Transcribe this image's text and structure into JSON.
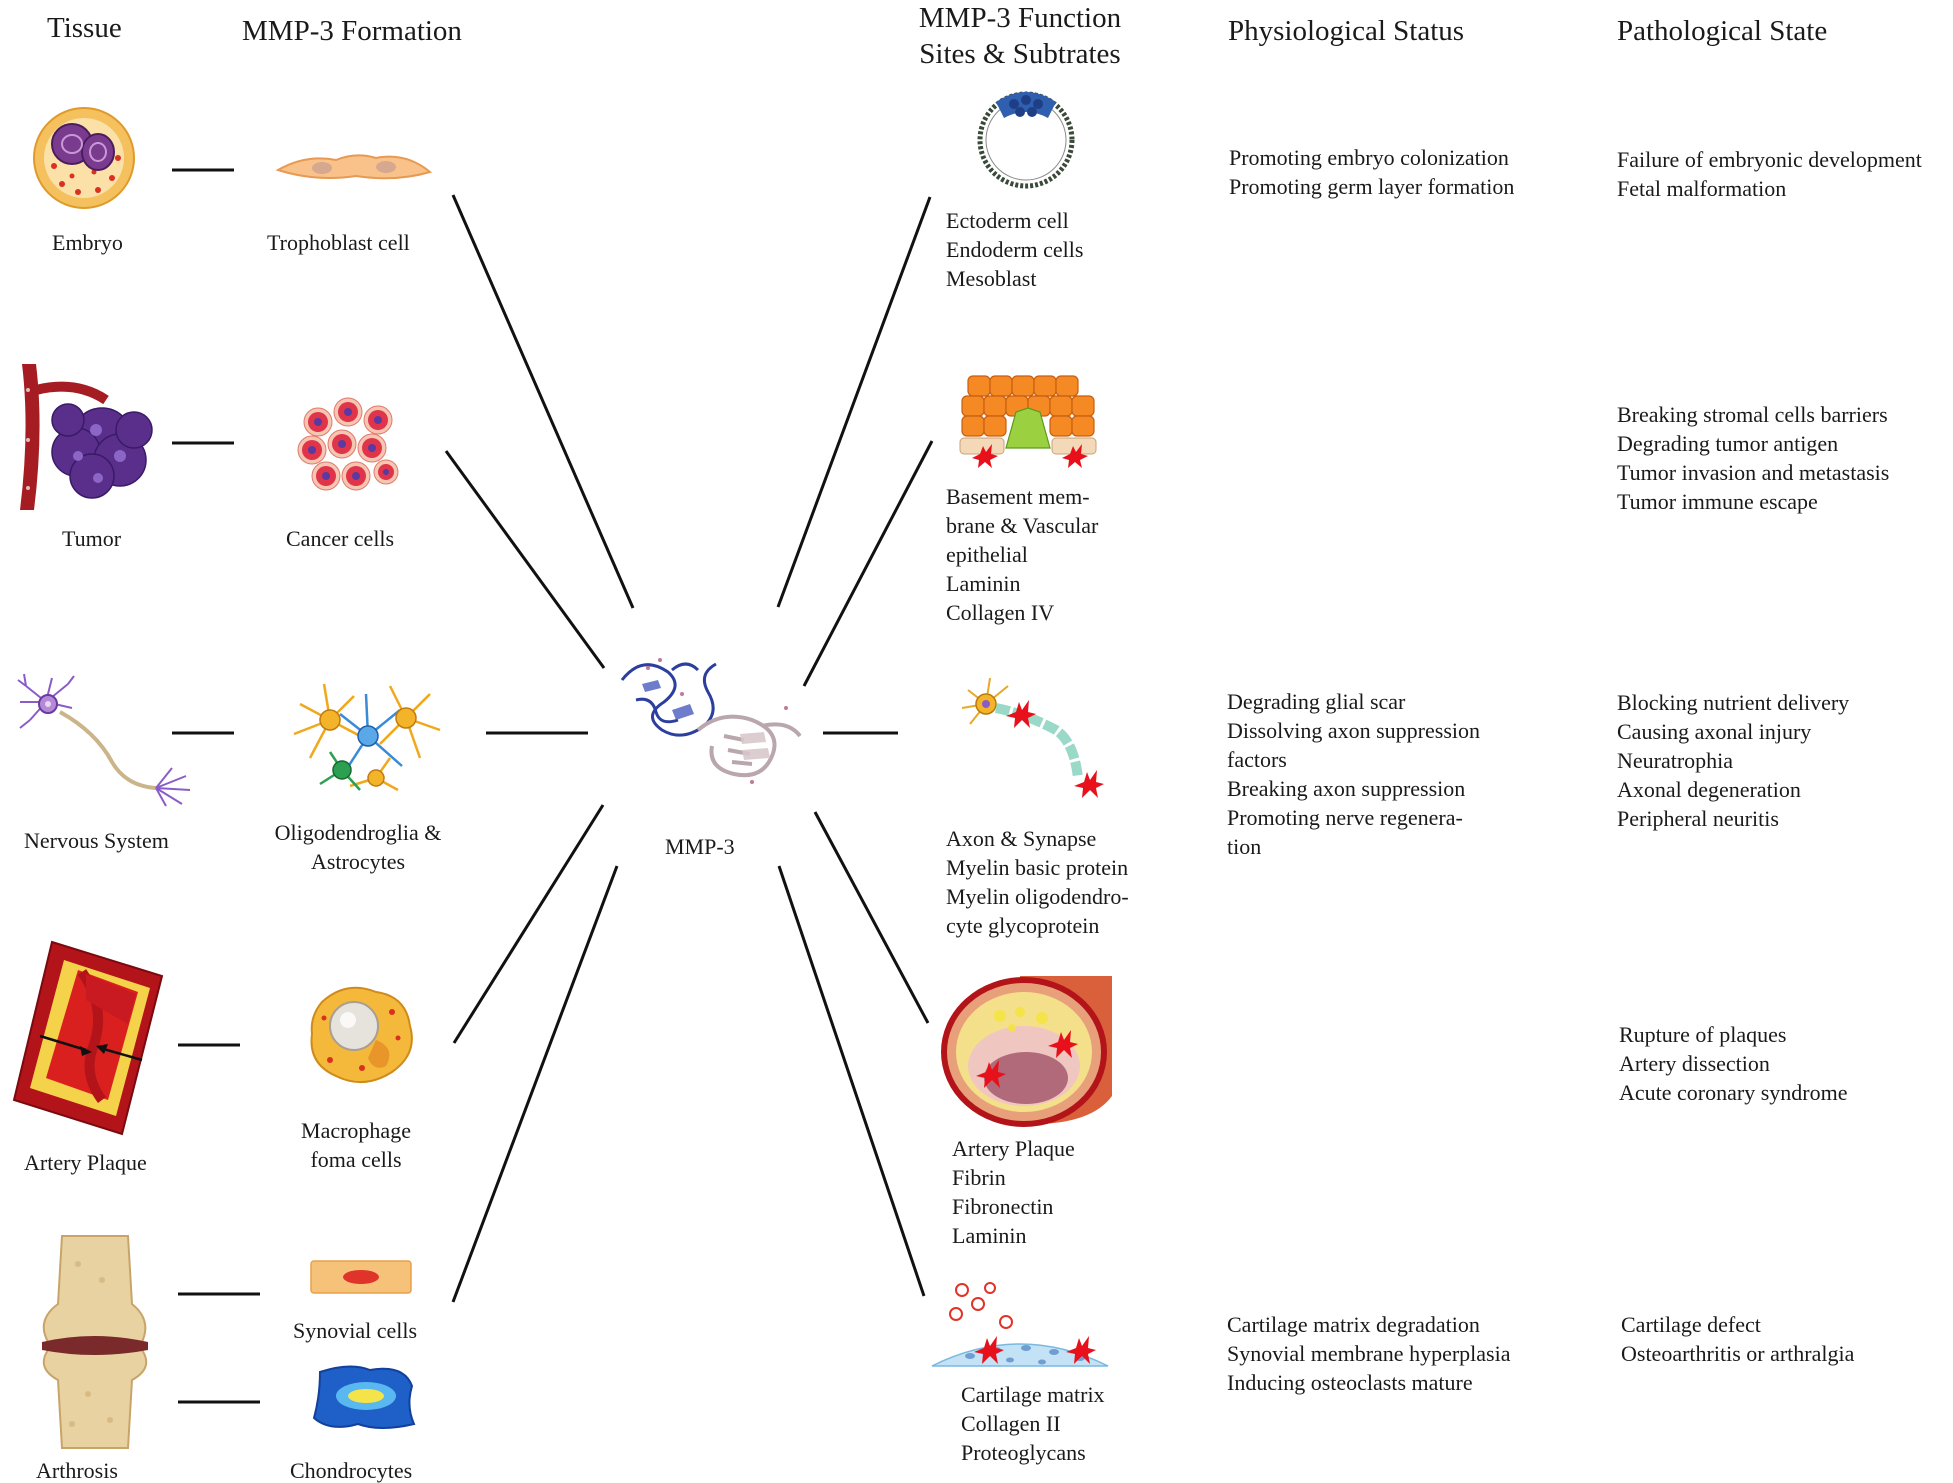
{
  "headers": {
    "tissue": "Tissue",
    "formation": "MMP-3 Formation",
    "function": [
      "MMP-3 Function",
      "Sites & Subtrates"
    ],
    "physiological": "Physiological Status",
    "pathological": "Pathological State"
  },
  "center_label": "MMP-3",
  "rows": [
    {
      "tissue": "Embryo",
      "cells": [
        "Trophoblast cell"
      ],
      "sites": [
        "Ectoderm cell",
        "Endoderm cells",
        "Mesoblast"
      ],
      "physiological": [
        "Promoting embryo colonization",
        "Promoting germ layer formation"
      ],
      "pathological": [
        "Failure of embryonic development",
        "Fetal malformation"
      ]
    },
    {
      "tissue": "Tumor",
      "cells": [
        "Cancer cells"
      ],
      "sites": [
        "Basement mem-",
        "brane & Vascular",
        "epithelial",
        "Laminin",
        "Collagen IV"
      ],
      "physiological": [],
      "pathological": [
        "Breaking stromal cells barriers",
        "Degrading tumor antigen",
        "Tumor invasion and metastasis",
        "Tumor immune escape"
      ]
    },
    {
      "tissue": "Nervous System",
      "cells": [
        "Oligodendroglia &",
        "Astrocytes"
      ],
      "sites": [
        "Axon & Synapse",
        "Myelin basic protein",
        "Myelin oligodendro-",
        "cyte glycoprotein"
      ],
      "physiological": [
        "Degrading glial scar",
        "Dissolving axon suppression",
        "factors",
        "Breaking axon suppression",
        "Promoting nerve regenera-",
        "tion"
      ],
      "pathological": [
        "Blocking nutrient delivery",
        "Causing axonal injury",
        "Neuratrophia",
        "Axonal degeneration",
        "Peripheral neuritis"
      ]
    },
    {
      "tissue": "Artery Plaque",
      "cells": [
        "Macrophage",
        "foma cells"
      ],
      "sites": [
        "Artery Plaque",
        "Fibrin",
        "Fibronectin",
        "Laminin"
      ],
      "physiological": [],
      "pathological": [
        "Rupture of plaques",
        "Artery dissection",
        "Acute coronary syndrome"
      ]
    },
    {
      "tissue": "Arthrosis",
      "cells": [
        "Synovial cells",
        "Chondrocytes"
      ],
      "sites": [
        "Cartilage matrix",
        "Collagen II",
        "Proteoglycans"
      ],
      "physiological": [
        "Cartilage matrix degradation",
        "Synovial membrane hyperplasia",
        "Inducing osteoclasts mature"
      ],
      "pathological": [
        "Cartilage defect",
        "Osteoarthritis or arthralgia"
      ]
    }
  ],
  "colors": {
    "line": "#111111",
    "starburst": "#e8101a",
    "artery_red": "#b3141a",
    "cancer_cell": "#e0344b",
    "nucleus_purple": "#5a3aa0",
    "protein_blue": "#2c3f9e",
    "protein_grey": "#b9a7ad"
  },
  "icons": {
    "embryo": "embryo-illustration",
    "trophoblast": "trophoblast-cell-illustration",
    "tumor": "tumor-illustration",
    "cancer": "cancer-cells-illustration",
    "neuron": "neuron-illustration",
    "glia": "glia-illustration",
    "artery": "artery-plaque-illustration",
    "macrophage": "macrophage-illustration",
    "knee": "knee-joint-illustration",
    "synovial": "synovial-cell-illustration",
    "chondrocyte": "chondrocyte-illustration",
    "protein": "mmp3-protein-structure",
    "blastocyst": "blastocyst-illustration",
    "basement": "basement-membrane-illustration",
    "axon": "axon-synapse-illustration",
    "vessel": "vessel-cross-section-illustration",
    "cartilage": "cartilage-matrix-illustration"
  }
}
